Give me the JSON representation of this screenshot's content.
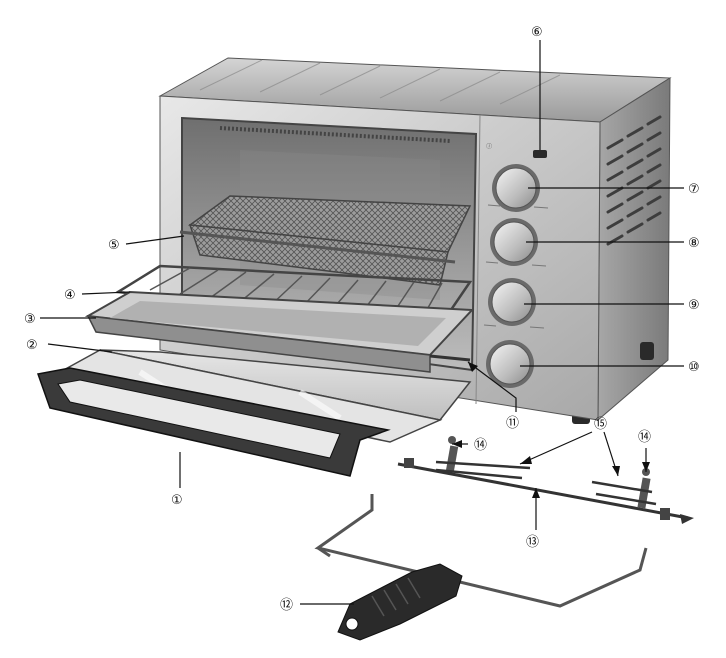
{
  "callouts": [
    {
      "id": "callout-1",
      "label": "①"
    },
    {
      "id": "callout-2",
      "label": "②"
    },
    {
      "id": "callout-3",
      "label": "③"
    },
    {
      "id": "callout-4",
      "label": "④"
    },
    {
      "id": "callout-5",
      "label": "⑤"
    },
    {
      "id": "callout-6",
      "label": "⑥"
    },
    {
      "id": "callout-7",
      "label": "⑦"
    },
    {
      "id": "callout-8",
      "label": "⑧"
    },
    {
      "id": "callout-9",
      "label": "⑨"
    },
    {
      "id": "callout-10",
      "label": "⑩"
    },
    {
      "id": "callout-11",
      "label": "⑪"
    },
    {
      "id": "callout-12",
      "label": "⑫"
    },
    {
      "id": "callout-13",
      "label": "⑬"
    },
    {
      "id": "callout-14a",
      "label": "⑭"
    },
    {
      "id": "callout-14b",
      "label": "⑭"
    },
    {
      "id": "callout-15",
      "label": "⑮"
    }
  ],
  "colors": {
    "steel": "#b9b9b9",
    "steel_dark": "#6e6e6e",
    "steel_light": "#e2e2e2",
    "black": "#2a2a2a",
    "line": "#111111"
  }
}
